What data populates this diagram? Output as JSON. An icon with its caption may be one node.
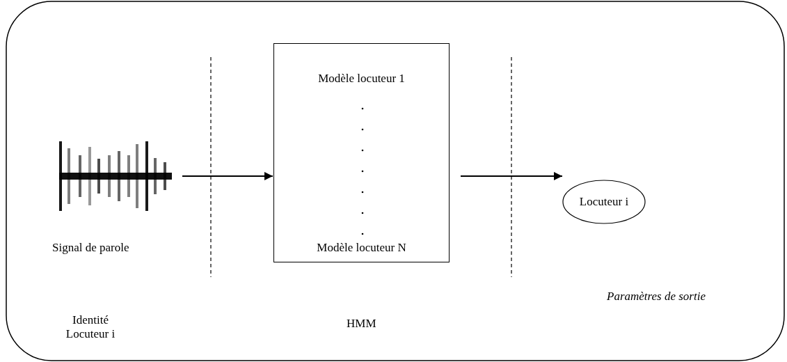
{
  "diagram": {
    "nodes": [
      {
        "text": [],
        "shape": "picture",
        "beside": [
          "Signal de parole"
        ]
      },
      {
        "text": [
          "Modèle locuteur 1",
          "Modèle locuteur N"
        ]
      },
      {
        "text": [
          "Locuteur i"
        ]
      }
    ],
    "edges": [
      {
        "from": 0,
        "to": 1,
        "arrow": "to"
      },
      {
        "from": 1,
        "to": 2,
        "arrow": "to"
      }
    ],
    "labels": [
      "Identité Locuteur i",
      "HMM",
      "Paramètres de sortie"
    ]
  }
}
